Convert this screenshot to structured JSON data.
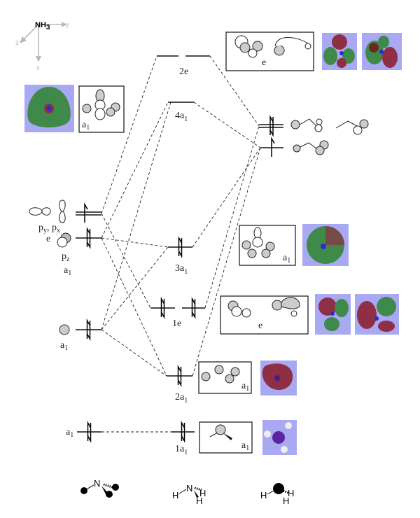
{
  "title": {
    "main": "NH",
    "sub": "3"
  },
  "axes": {
    "x": "x",
    "y": "y",
    "z": "z"
  },
  "mo_levels": {
    "2e": {
      "main": "2e",
      "sub": "",
      "electrons": 0
    },
    "4a1": {
      "main": "4a",
      "sub": "1",
      "electrons": 0
    },
    "3a1": {
      "main": "3a",
      "sub": "1",
      "electrons": 2
    },
    "1e": {
      "main": "1e",
      "sub": "",
      "electrons": 4
    },
    "2a1": {
      "main": "2a",
      "sub": "1",
      "electrons": 2
    },
    "1a1": {
      "main": "1a",
      "sub": "1",
      "electrons": 2
    }
  },
  "n_orbitals": {
    "p_xy": {
      "label_main": "p",
      "label_y": "y",
      "sep": ", p",
      "label_x": "x",
      "sym": "e",
      "electrons": 1
    },
    "p_z": {
      "label_main": "p",
      "label_sub": "z",
      "sym_main": "a",
      "sym_sub": "1",
      "electrons": 2
    },
    "s2": {
      "sym_main": "a",
      "sym_sub": "1",
      "electrons": 2
    },
    "s1": {
      "sym_main": "a",
      "sym_sub": "1",
      "electrons": 2
    }
  },
  "h3_orbitals": {
    "e": {
      "electrons": 2
    },
    "a1": {
      "electrons": 1
    }
  },
  "boxes": {
    "top_e": {
      "main": "e",
      "sub": ""
    },
    "left_a1": {
      "main": "a",
      "sub": "1"
    },
    "a1_3": {
      "main": "a",
      "sub": "1"
    },
    "e_1": {
      "main": "e",
      "sub": ""
    },
    "a1_2": {
      "main": "a",
      "sub": "1"
    },
    "a1_1": {
      "main": "a",
      "sub": "1"
    }
  },
  "bottom": {
    "n_atom": "N",
    "nh3_n": "N",
    "h": "H"
  },
  "colors": {
    "pic_bg": "#a9a9f3",
    "green_lobe": "#3f8a4a",
    "red_lobe": "#8e2f45",
    "nitrogen": "#2a2ad0"
  }
}
